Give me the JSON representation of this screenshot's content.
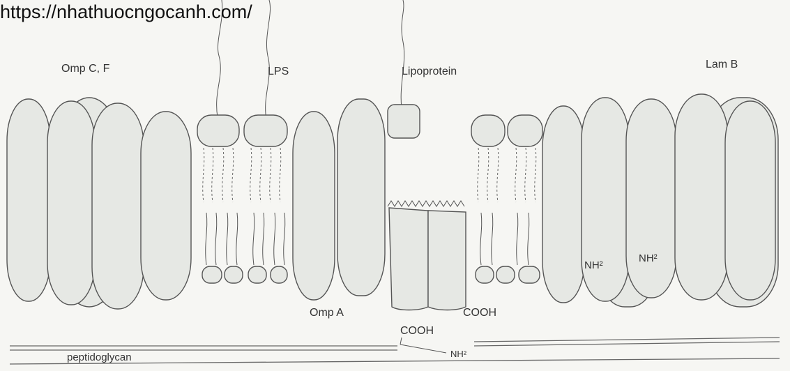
{
  "watermark": "https://nhathuocngocanh.com/",
  "labels": {
    "ompcf": "Omp C, F",
    "lps": "LPS",
    "lipoprotein": "Lipoprotein",
    "lamb": "Lam B",
    "ompa": "Omp A",
    "cooh1": "COOH",
    "cooh2": "COOH",
    "nh1": "NH²",
    "nh2": "NH²",
    "nh3": "NH²",
    "peptidoglycan": "peptidoglycan"
  }
}
